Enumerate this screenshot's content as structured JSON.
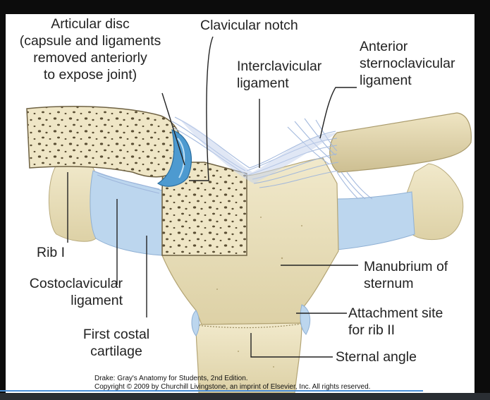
{
  "labels": {
    "articular_disc": [
      "Articular disc",
      "(capsule and ligaments",
      "removed anteriorly",
      "to  expose joint)"
    ],
    "clavicular_notch": "Clavicular notch",
    "interclavicular_ligament": [
      "Interclavicular",
      "ligament"
    ],
    "anterior_sternoclavicular_ligament": [
      "Anterior",
      "sternoclavicular",
      "ligament"
    ],
    "rib_i": "Rib I",
    "costoclavicular_ligament": [
      "Costoclavicular",
      "ligament"
    ],
    "first_costal_cartilage": [
      "First costal",
      "cartilage"
    ],
    "manubrium_of_sternum": [
      "Manubrium of",
      "sternum"
    ],
    "attachment_site_rib_ii": [
      "Attachment site",
      "for rib II"
    ],
    "sternal_angle": "Sternal angle"
  },
  "credit": [
    "Drake: Gray's Anatomy for Students, 2nd Edition.",
    "Copyright © 2009 by Churchill Livingstone, an imprint of Elsevier, Inc. All rights reserved."
  ],
  "colors": {
    "bone": "#ece3c1",
    "bone_shadow": "#d8cca0",
    "cartilage": "#bcd6ee",
    "ligament": "#a9bfe2",
    "disc": "#4d9ad0",
    "leader": "#222222",
    "background": "#ffffff"
  }
}
